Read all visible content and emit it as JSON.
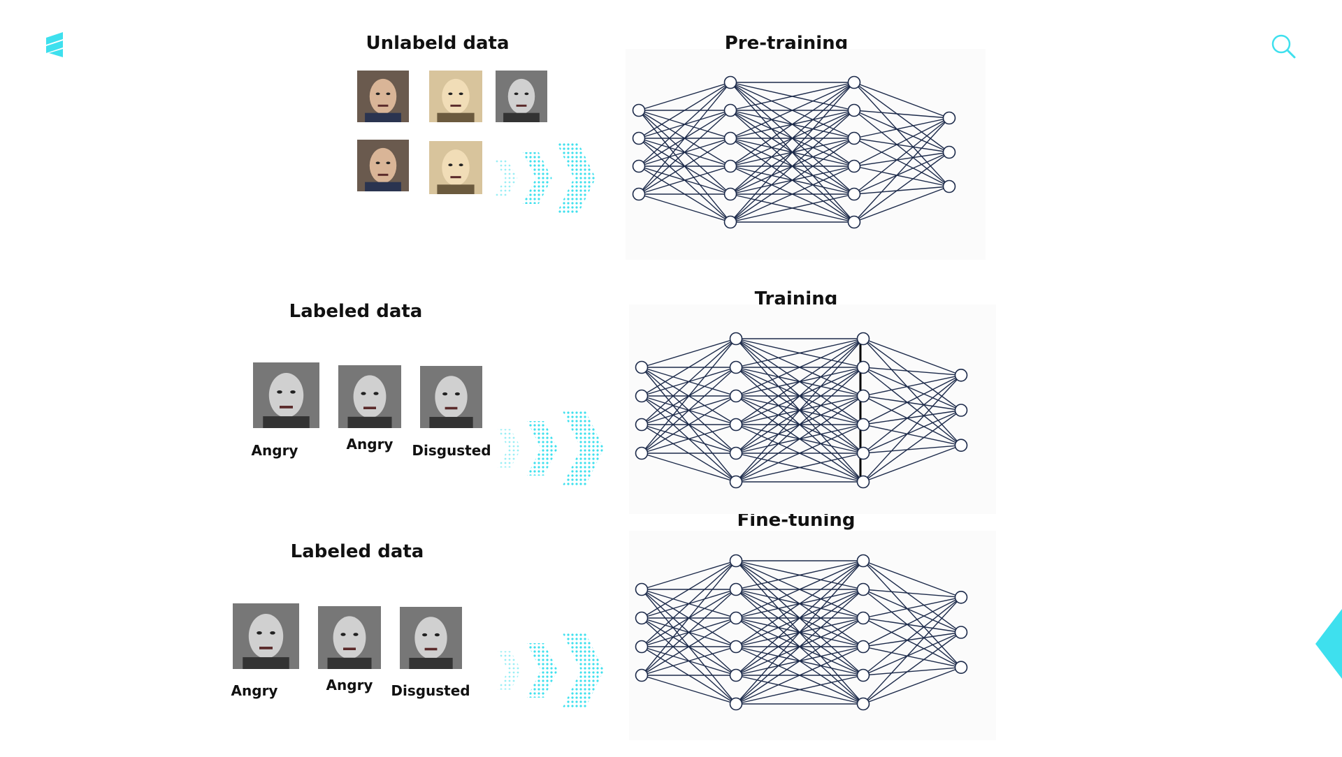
{
  "colors": {
    "accent": "#3ee0ee",
    "network": "#1c2a4a",
    "heading": "#111111"
  },
  "logo": {
    "icon": "bolt-logo-icon"
  },
  "search": {
    "icon": "search-icon"
  },
  "sections": [
    {
      "id": "pretraining",
      "data_title": "Unlabeld data",
      "network_title": "Pre-training",
      "images": [
        {
          "label": "",
          "tone": "color"
        },
        {
          "label": "",
          "tone": "sepia"
        },
        {
          "label": "",
          "tone": "gray"
        },
        {
          "label": "",
          "tone": "color"
        },
        {
          "label": "",
          "tone": "sepia"
        }
      ]
    },
    {
      "id": "training",
      "data_title": "Labeled data",
      "network_title": "Training",
      "images": [
        {
          "label": "Angry",
          "tone": "gray"
        },
        {
          "label": "Angry",
          "tone": "gray"
        },
        {
          "label": "Disgusted",
          "tone": "gray"
        }
      ]
    },
    {
      "id": "finetuning",
      "data_title": "Labeled data",
      "network_title": "Fine-tuning",
      "images": [
        {
          "label": "Angry",
          "tone": "gray"
        },
        {
          "label": "Angry",
          "tone": "gray"
        },
        {
          "label": "Disgusted",
          "tone": "gray"
        }
      ]
    }
  ],
  "network": {
    "layers": [
      4,
      6,
      6,
      3
    ]
  }
}
